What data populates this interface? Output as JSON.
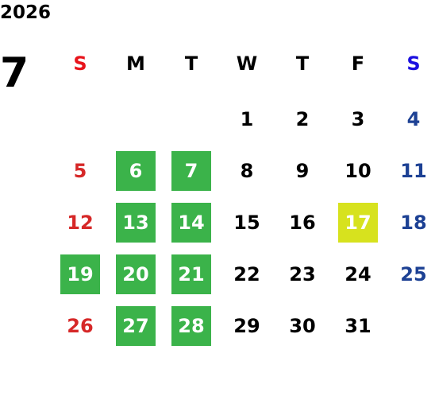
{
  "calendar": {
    "year": "2026",
    "month": "7",
    "weekdays": [
      "S",
      "M",
      "T",
      "W",
      "T",
      "F",
      "S"
    ],
    "weeks": [
      [
        "",
        "",
        "",
        "1",
        "2",
        "3",
        "4"
      ],
      [
        "5",
        "6",
        "7",
        "8",
        "9",
        "10",
        "11"
      ],
      [
        "12",
        "13",
        "14",
        "15",
        "16",
        "17",
        "18"
      ],
      [
        "19",
        "20",
        "21",
        "22",
        "23",
        "24",
        "25"
      ],
      [
        "26",
        "27",
        "28",
        "29",
        "30",
        "31",
        ""
      ]
    ],
    "highlighted_green": [
      "6",
      "7",
      "13",
      "14",
      "19",
      "20",
      "21",
      "27",
      "28"
    ],
    "highlighted_yellow": [
      "17"
    ]
  },
  "colors": {
    "sunday_header": "#e8141c",
    "saturday_header": "#1c10e0",
    "sunday_day": "#d62828",
    "saturday_day": "#1d4194",
    "weekday": "#000000",
    "green_fill": "#3bb34a",
    "yellow_fill": "#d7e21e",
    "highlight_text": "#ffffff"
  }
}
